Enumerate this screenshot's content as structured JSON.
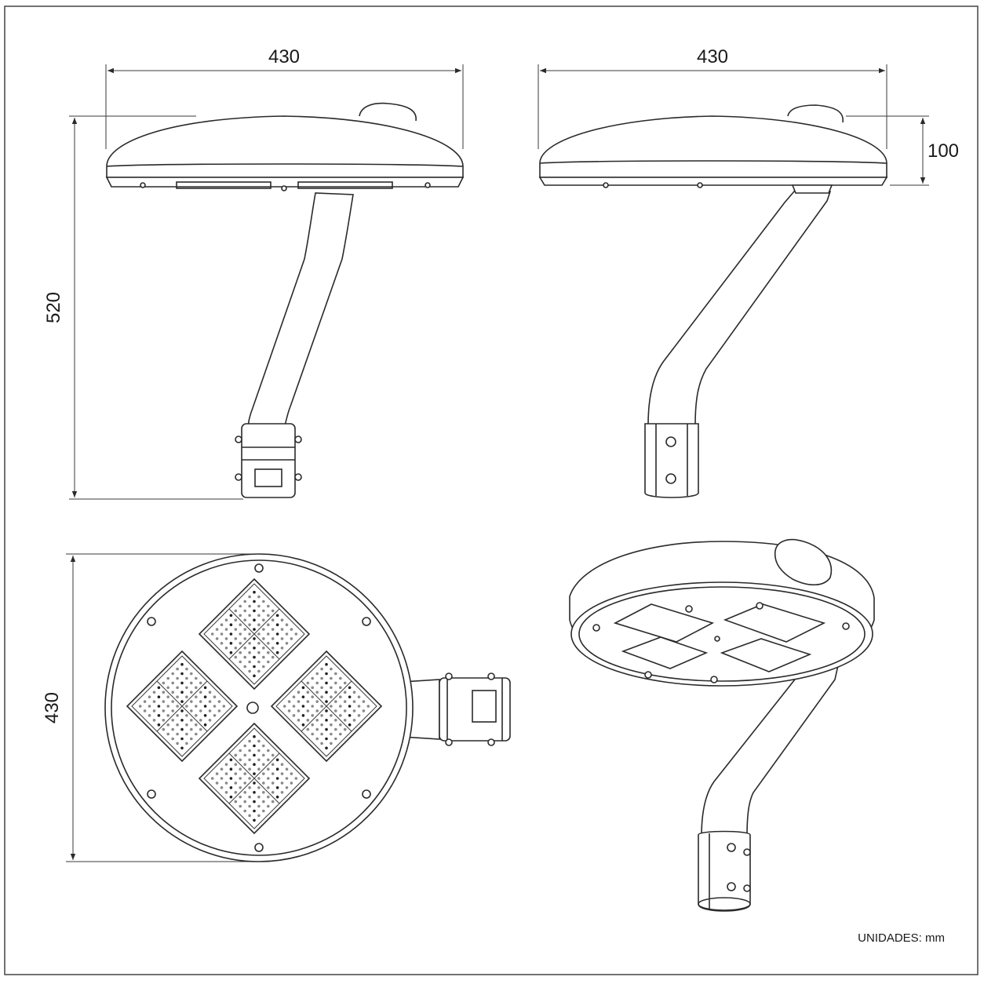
{
  "dimensions": {
    "side_width": "430",
    "front_width": "430",
    "height": "520",
    "head_height": "100",
    "bottom_diameter": "430"
  },
  "units_note": "UNIDADES: mm"
}
